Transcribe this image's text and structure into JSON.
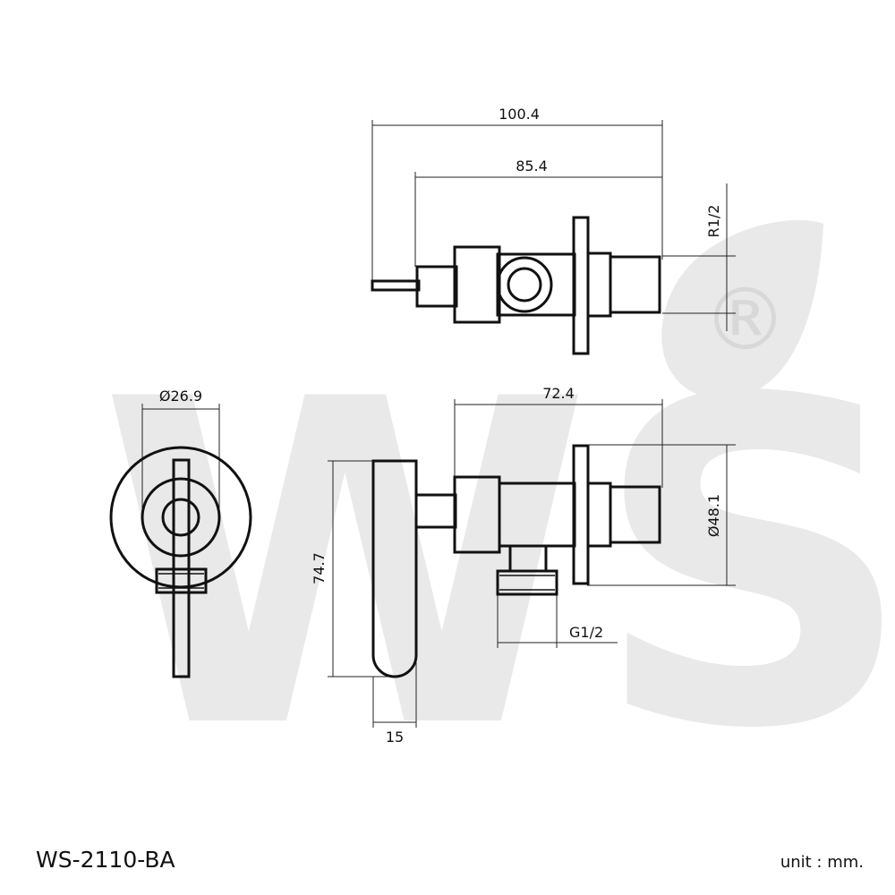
{
  "model": "WS-2110-BA",
  "unit": "unit : mm.",
  "watermark": {
    "text": "WS",
    "mark": "®"
  },
  "dimensions": {
    "top_overall": "100.4",
    "top_body": "85.4",
    "top_thread": "R1/2",
    "end_diameter": "Ø26.9",
    "side_length": "72.4",
    "side_flange": "Ø48.1",
    "handle_height": "74.7",
    "handle_width": "15",
    "outlet_thread": "G1/2"
  }
}
